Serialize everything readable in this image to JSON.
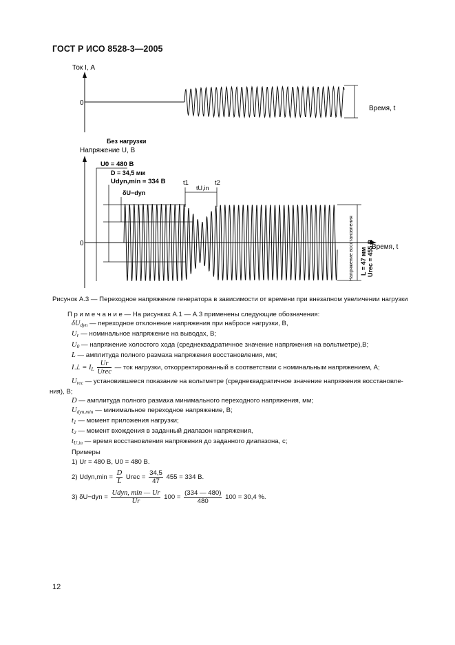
{
  "header": {
    "title": "ГОСТ Р ИСО 8528-3—2005"
  },
  "figure": {
    "top_ylabel": "Ток I, А",
    "top_zero": "0",
    "top_xlabel": "Время, t",
    "bottom_title": "Без нагрузки",
    "bottom_ylabel": "Напряжение U, В",
    "bottom_zero": "0",
    "u0_label": "U0 = 480 В",
    "d_label": "D = 34,5 мм",
    "udyn_label": "Udyn,min = 334 В",
    "du_label": "δU−dyn",
    "t1": "t1",
    "t2": "t2",
    "tuin": "tU,in",
    "bottom_xlabel": "Время, t",
    "right_vlabel_1": "Напряжение восстановления",
    "right_vlabel_2": "L = 47 мм",
    "right_vlabel_3": "Urec = 455 В"
  },
  "caption": "Рисунок А.3 — Переходное напряжение генератора в зависимости от времени при внезапном увеличении нагрузки",
  "notes": {
    "intro": "П р и м е ч а н и е — На рисунках А.1 — А.3 применены следующие обозначения:",
    "l1_sym": "δU",
    "l1_sub": "dyn",
    "l1": "— переходное отклонение напряжения при набросе нагрузки, В,",
    "l2_sym": "U",
    "l2_sub": "r",
    "l2": "— номинальное напряжение на выводах, В;",
    "l3_sym": "U",
    "l3_sub": "0",
    "l3": "— напряжение холостого хода (среднеквадратичное значение напряжения на вольтметре),В;",
    "l4_sym": "L",
    "l4": "— амплитуда полного размаха напряжения восстановления, мм;",
    "l5_sym": "I⊥ = I",
    "l5_sub": "L",
    "l5_num": "Ur",
    "l5_den": "Urec",
    "l5": "— ток нагрузки, откорректированный в соответствии с номинальным напряжением, А;",
    "l6_sym": "U",
    "l6_sub": "rec",
    "l6": "— установившееся показание на вольтметре (среднеквадратичное значение напряжения восстановле-",
    "l6b": "ния), В;",
    "l7_sym": "D",
    "l7": "— амплитуда полного размаха минимального переходного напряжения, мм;",
    "l8_sym": "U",
    "l8_sub": "dyn,min",
    "l8": "— минимальное переходное напряжение, В;",
    "l9_sym": "t",
    "l9_sub": "1",
    "l9": "— момент приложения нагрузки;",
    "l10_sym": "t",
    "l10_sub": "2",
    "l10": "— момент вхождения в заданный диапазон напряжения,",
    "l11_sym": "t",
    "l11_sub": "U,in",
    "l11": "— время восстановления напряжения до заданного диапазона, с;"
  },
  "examples": {
    "title": "Примеры",
    "e1": "1) Ur = 480 В,  U0 = 480 В.",
    "e2_pre": "2)  Udyn,min =",
    "e2_f1_num": "D",
    "e2_f1_den": "L",
    "e2_mid": "Urec =",
    "e2_f2_num": "34,5",
    "e2_f2_den": "47",
    "e2_post": "455 = 334 В.",
    "e3_pre": "3) δU−dyn =",
    "e3_f1_num": "Udyn, min — Ur",
    "e3_f1_den": "Ur",
    "e3_mid": "100 =",
    "e3_f2_num": "(334 — 480)",
    "e3_f2_den": "480",
    "e3_post": "100 = 30,4 %."
  },
  "page_number": "12"
}
